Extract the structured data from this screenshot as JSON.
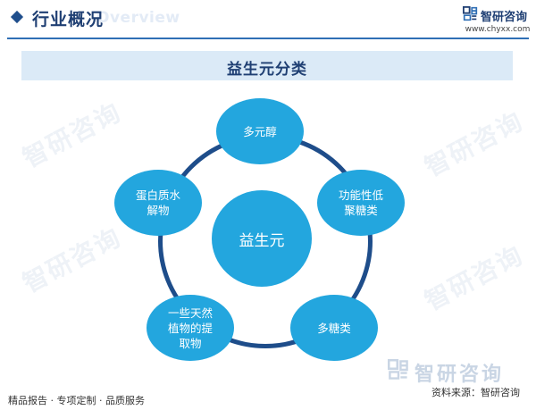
{
  "header": {
    "title": "行业概况",
    "title_en": "Overview"
  },
  "brand": {
    "name": "智研咨询",
    "url": "www.chyxx.com"
  },
  "diagram": {
    "title": "益生元分类",
    "center": "益生元",
    "nodes": [
      "多元醇",
      "功能性低聚糖类",
      "多糖类",
      "一些天然植物的提取物",
      "蛋白质水解物"
    ]
  },
  "watermark": {
    "text": "智研咨询"
  },
  "footer": {
    "left": "精品报告 · 专项定制 · 品质服务",
    "source": "资料来源：智研咨询"
  },
  "colors": {
    "node_fill": "#23a6de",
    "ring": "#1e4d8a",
    "title_band": "#dbeaf7",
    "header_text": "#1f3f73"
  }
}
